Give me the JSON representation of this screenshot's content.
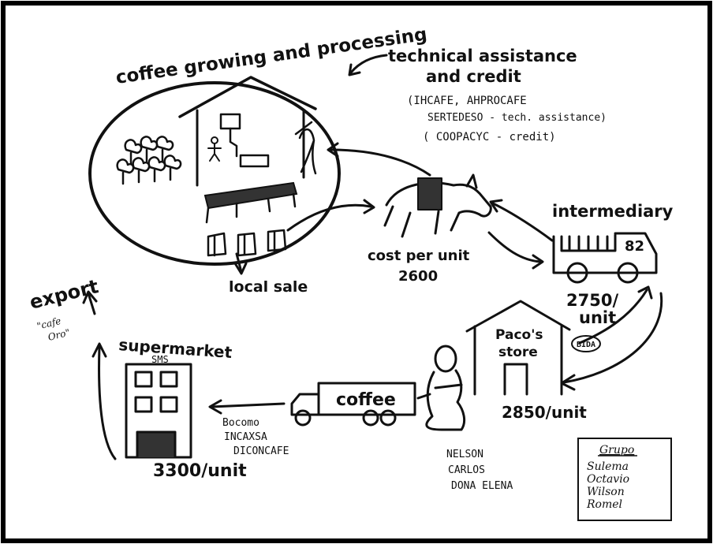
{
  "header": {
    "title": "coffee growing and processing",
    "assistance_title_1": "technical assistance",
    "assistance_title_2": "and credit",
    "assistance_line_1": "(IHCAFE, AHPROCAFE",
    "assistance_line_2": "SERTEDESO - tech. assistance)",
    "assistance_line_3": "( COOPACYC - credit)"
  },
  "nodes": {
    "local_sale": "local sale",
    "cost_label": "cost per unit",
    "cost_value": "2600",
    "intermediary": "intermediary",
    "intermediary_price_1": "2750/",
    "intermediary_price_2": "unit",
    "store_sign_1": "Paco's",
    "store_sign_2": "store",
    "bida": "BIDA",
    "store_price": "2850/unit",
    "truck_label": "coffee",
    "buyers_1": "Bocomo",
    "buyers_2": "INCAXSA",
    "buyers_3": "DICONCAFE",
    "supermarket": "supermarket",
    "supermarket_sub": "SMS",
    "supermarket_price": "3300/unit",
    "export": "export",
    "export_sub_1": "\"cafe",
    "export_sub_2": "Oro\""
  },
  "people": [
    "NELSON",
    "CARLOS",
    "DONA ELENA"
  ],
  "grupo": {
    "title": "Grupo",
    "members": [
      "Sulema",
      "Octavio",
      "Wilson",
      "Romel"
    ]
  },
  "colors": {
    "ink": "#111111",
    "paper": "#ffffff",
    "frame": "#000000"
  }
}
